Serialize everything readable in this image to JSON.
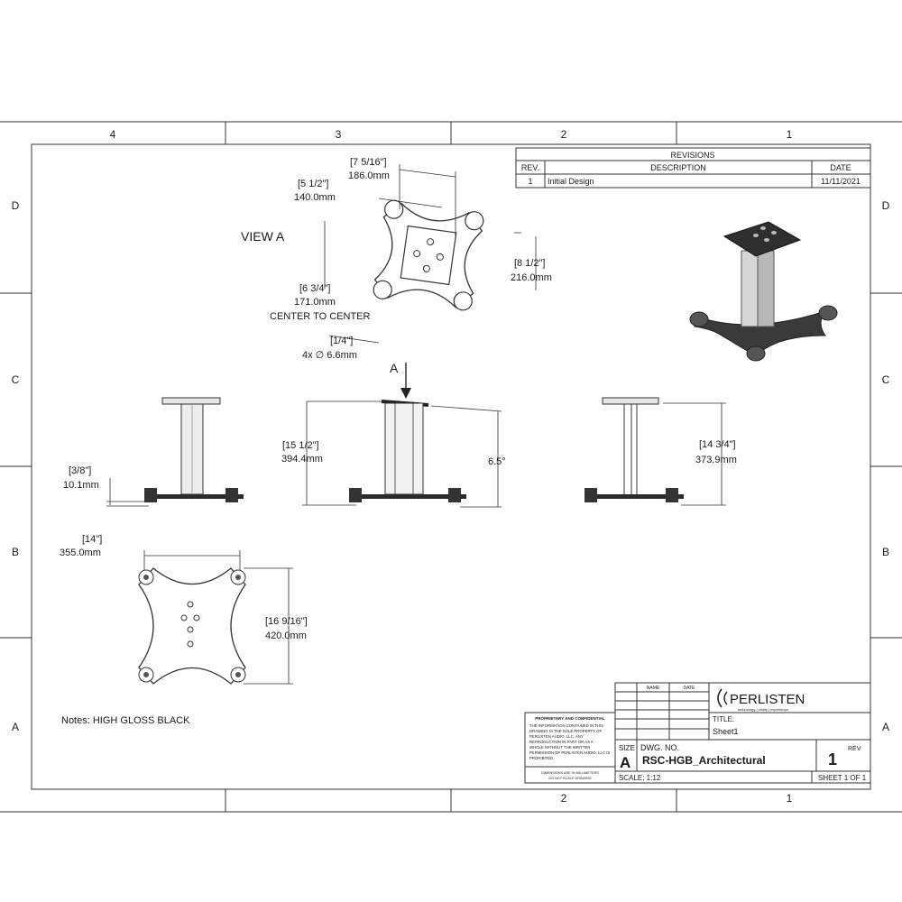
{
  "zones": {
    "columns_top": [
      "4",
      "3",
      "2",
      "1"
    ],
    "columns_bottom": [
      "2",
      "1"
    ],
    "rows": [
      "D",
      "C",
      "B",
      "A"
    ]
  },
  "revisions": {
    "title": "REVISIONS",
    "headers": {
      "rev": "REV.",
      "description": "DESCRIPTION",
      "date": "DATE"
    },
    "rows": [
      {
        "rev": "1",
        "description": "Initial Design",
        "date": "11/11/2021"
      }
    ]
  },
  "view_a": {
    "label": "VIEW A",
    "dim_width_in": "[7 5/16\"]",
    "dim_width_mm": "186.0mm",
    "dim_inner_in": "[5 1/2\"]",
    "dim_inner_mm": "140.0mm",
    "dim_height_in": "[8 1/2\"]",
    "dim_height_mm": "216.0mm",
    "dim_center_in": "[6 3/4\"]",
    "dim_center_mm": "171.0mm",
    "dim_center_note": "CENTER TO CENTER",
    "dim_hole_in": "[1/4\"]",
    "dim_hole_mm": "4x ∅ 6.6mm"
  },
  "side_left": {
    "dim_in": "[3/8\"]",
    "dim_mm": "10.1mm"
  },
  "front": {
    "arrow_label": "A",
    "dim_in": "[15 1/2\"]",
    "dim_mm": "394.4mm",
    "angle": "6.5°"
  },
  "side_right": {
    "dim_in": "[14 3/4\"]",
    "dim_mm": "373.9mm"
  },
  "bottom": {
    "width_in": "[14\"]",
    "width_mm": "355.0mm",
    "height_in": "[16 9/16\"]",
    "height_mm": "420.0mm"
  },
  "notes": "Notes: HIGH GLOSS BLACK",
  "proprietary": {
    "title": "PROPRIETARY AND CONFIDENTIAL",
    "lines": [
      "THE INFORMATION CONTAINED IN THIS",
      "DRAWING IS THE SOLE PROPERTY OF",
      "PERLISTEN AUDIO, LLC. ANY",
      "REPRODUCTION IN PART OR AS A",
      "WHOLE WITHOUT THE WRITTEN",
      "PERMISSION OF PERLISTEN AUDIO, LLC IS",
      "PROHIBITED."
    ],
    "footer1": "DIMENSIONS ARE IN MILLIMETERS",
    "footer2": "DO NOT SCALE DRAWING"
  },
  "title_block": {
    "name_header": "NAME",
    "date_header": "DATE",
    "logo_text": "PERLISTEN",
    "logo_tagline": "technology | clarity | experience",
    "title_label": "TITLE:",
    "title_value": "Sheet1",
    "size_label": "SIZE",
    "size_value": "A",
    "dwg_label": "DWG.  NO.",
    "dwg_value": "RSC-HGB_Architectural",
    "rev_label": "REV",
    "rev_value": "1",
    "scale": "SCALE: 1:12",
    "sheet": "SHEET 1 OF 1"
  },
  "colors": {
    "line": "#1a1a1a",
    "body": "#2b2b2b",
    "pillar": "#cfcfcf",
    "metal": "#6a6a6a"
  }
}
